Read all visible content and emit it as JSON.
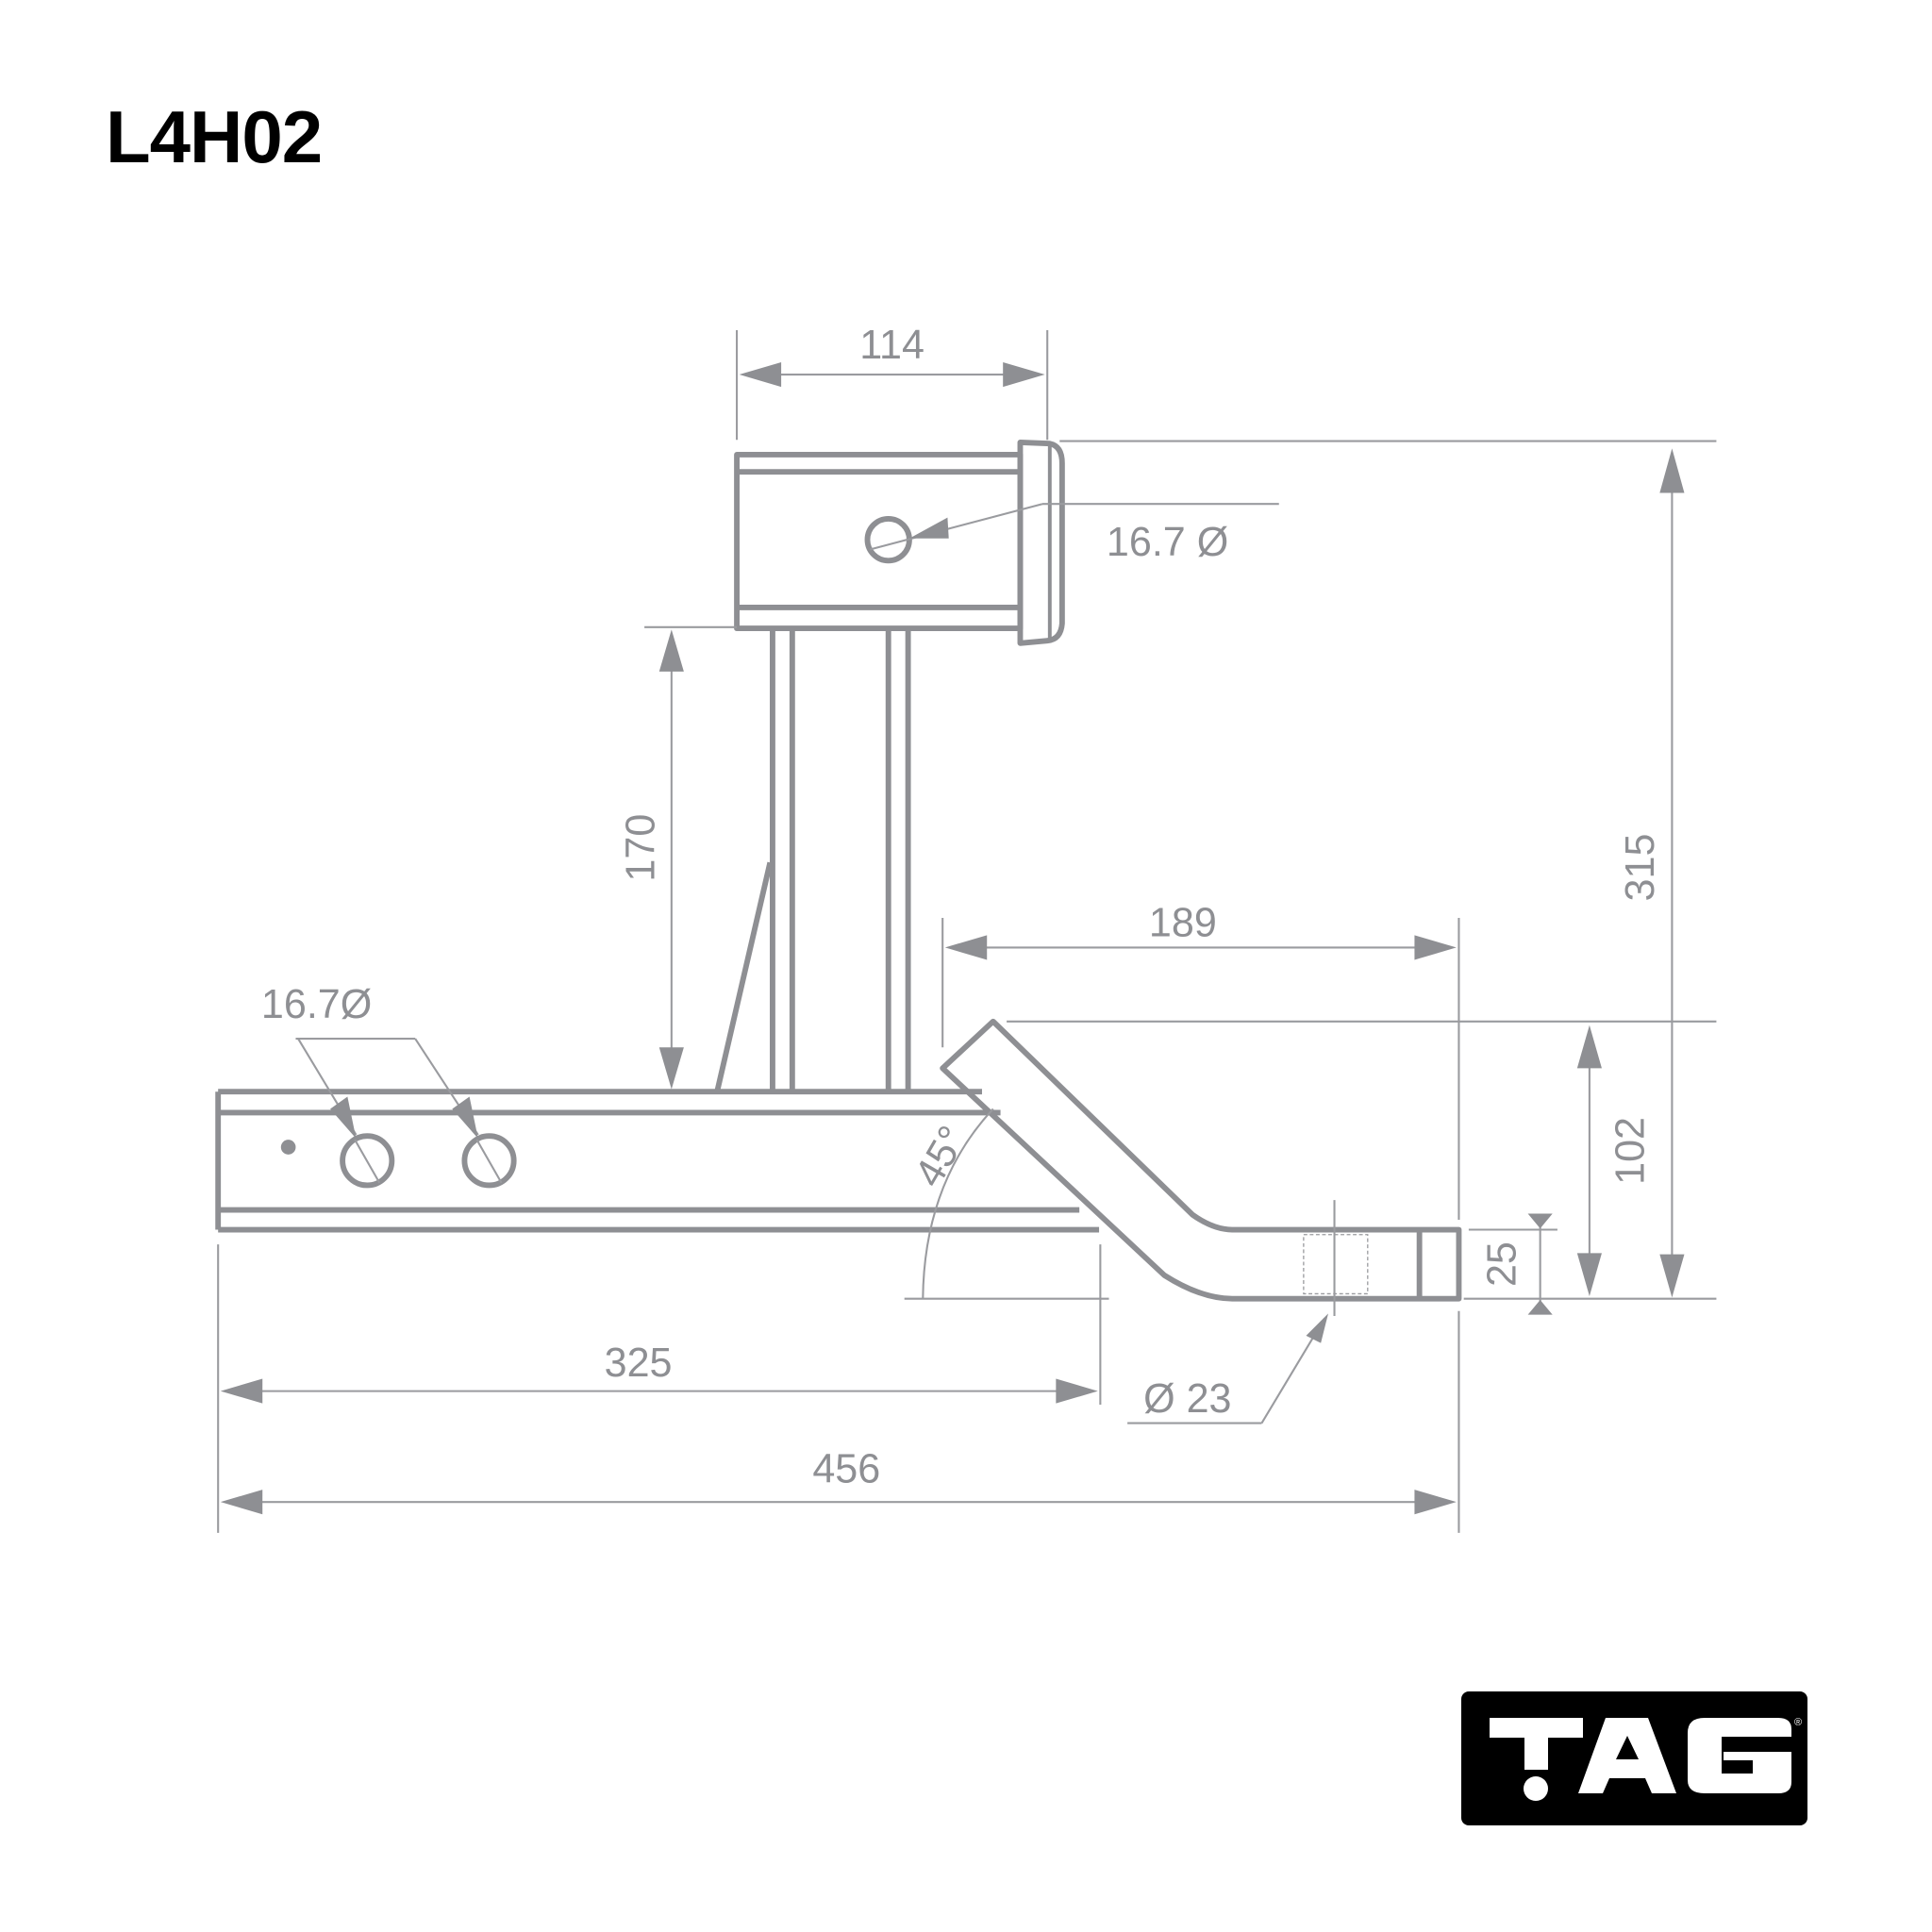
{
  "title": "L4H02",
  "colors": {
    "line": "#8e8f93",
    "title": "#000000",
    "logo_bg": "#000000",
    "logo_fg": "#ffffff"
  },
  "logo": {
    "text": "TAG",
    "registered": "®"
  },
  "dimensions": {
    "receiver_width": "114",
    "receiver_hole": "16.7 Ø",
    "riser_height": "170",
    "overall_height": "315",
    "drop_length": "189",
    "drop_height": "102",
    "shank_holes": "16.7Ø",
    "angle": "45°",
    "ball_mount_thickness": "25",
    "shank_to_bend": "325",
    "overall_length": "456",
    "ball_hole": "Ø 23"
  }
}
